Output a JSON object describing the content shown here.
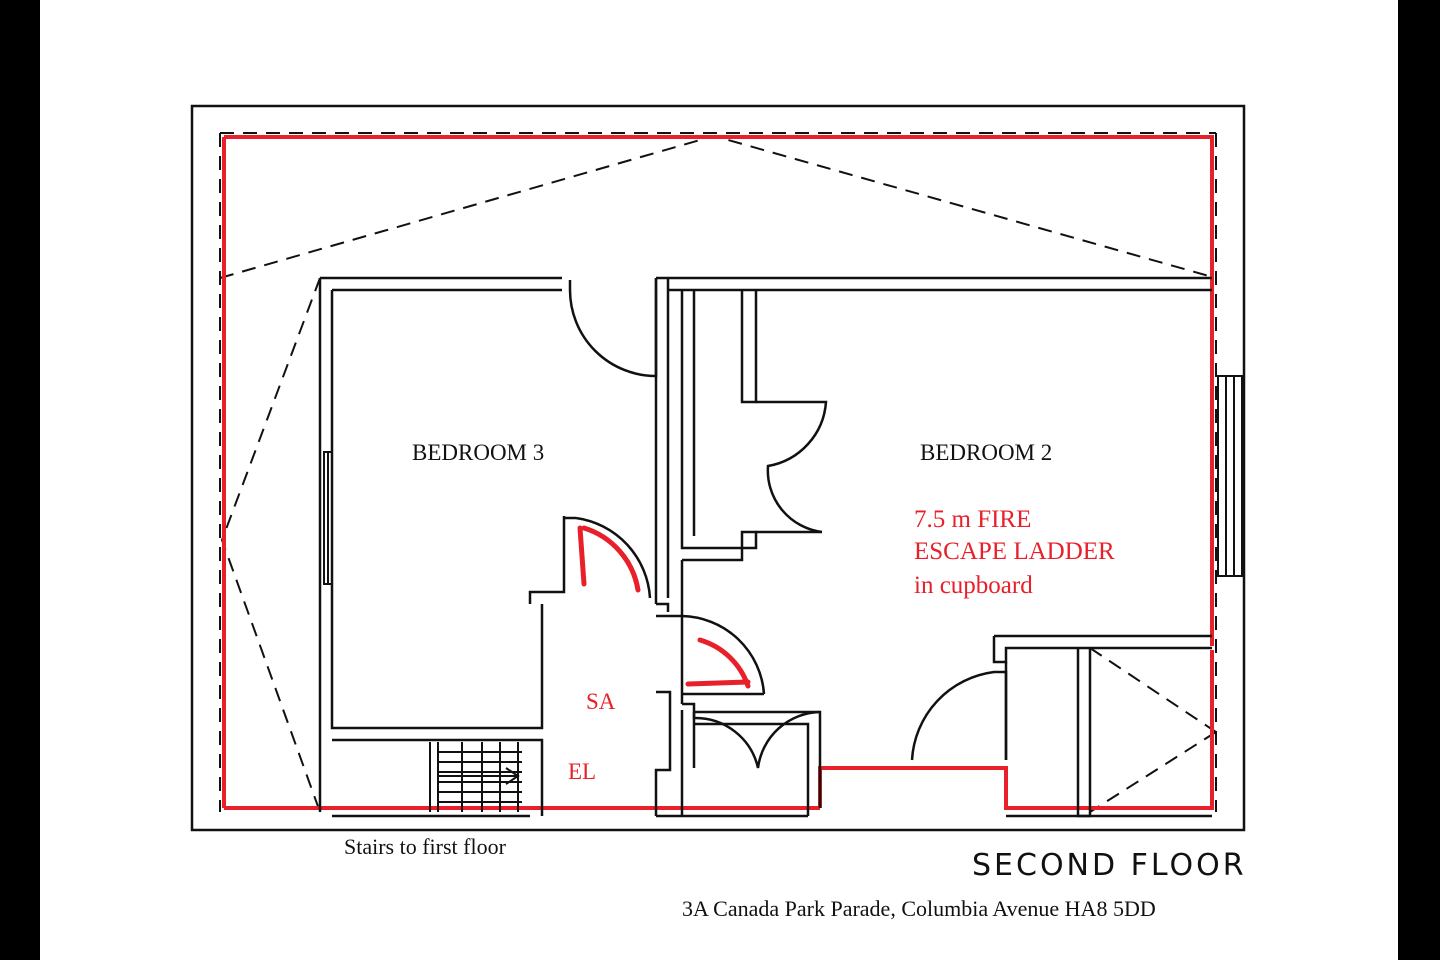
{
  "rooms": {
    "bedroom3": "BEDROOM 3",
    "bedroom2": "BEDROOM 2"
  },
  "fire_note": {
    "line1": "7.5 m FIRE",
    "line2": "ESCAPE LADDER",
    "line3": "in cupboard"
  },
  "markers": {
    "smoke_alarm": "SA",
    "escape_ladder": "EL"
  },
  "stairs_label": "Stairs to first floor",
  "floor_title": "SECOND FLOOR",
  "address": "3A Canada Park Parade, Columbia Avenue HA8 5DD",
  "colors": {
    "wall": "#111111",
    "escape_route": "#e8202a",
    "background": "#ffffff",
    "frame": "#000000"
  }
}
